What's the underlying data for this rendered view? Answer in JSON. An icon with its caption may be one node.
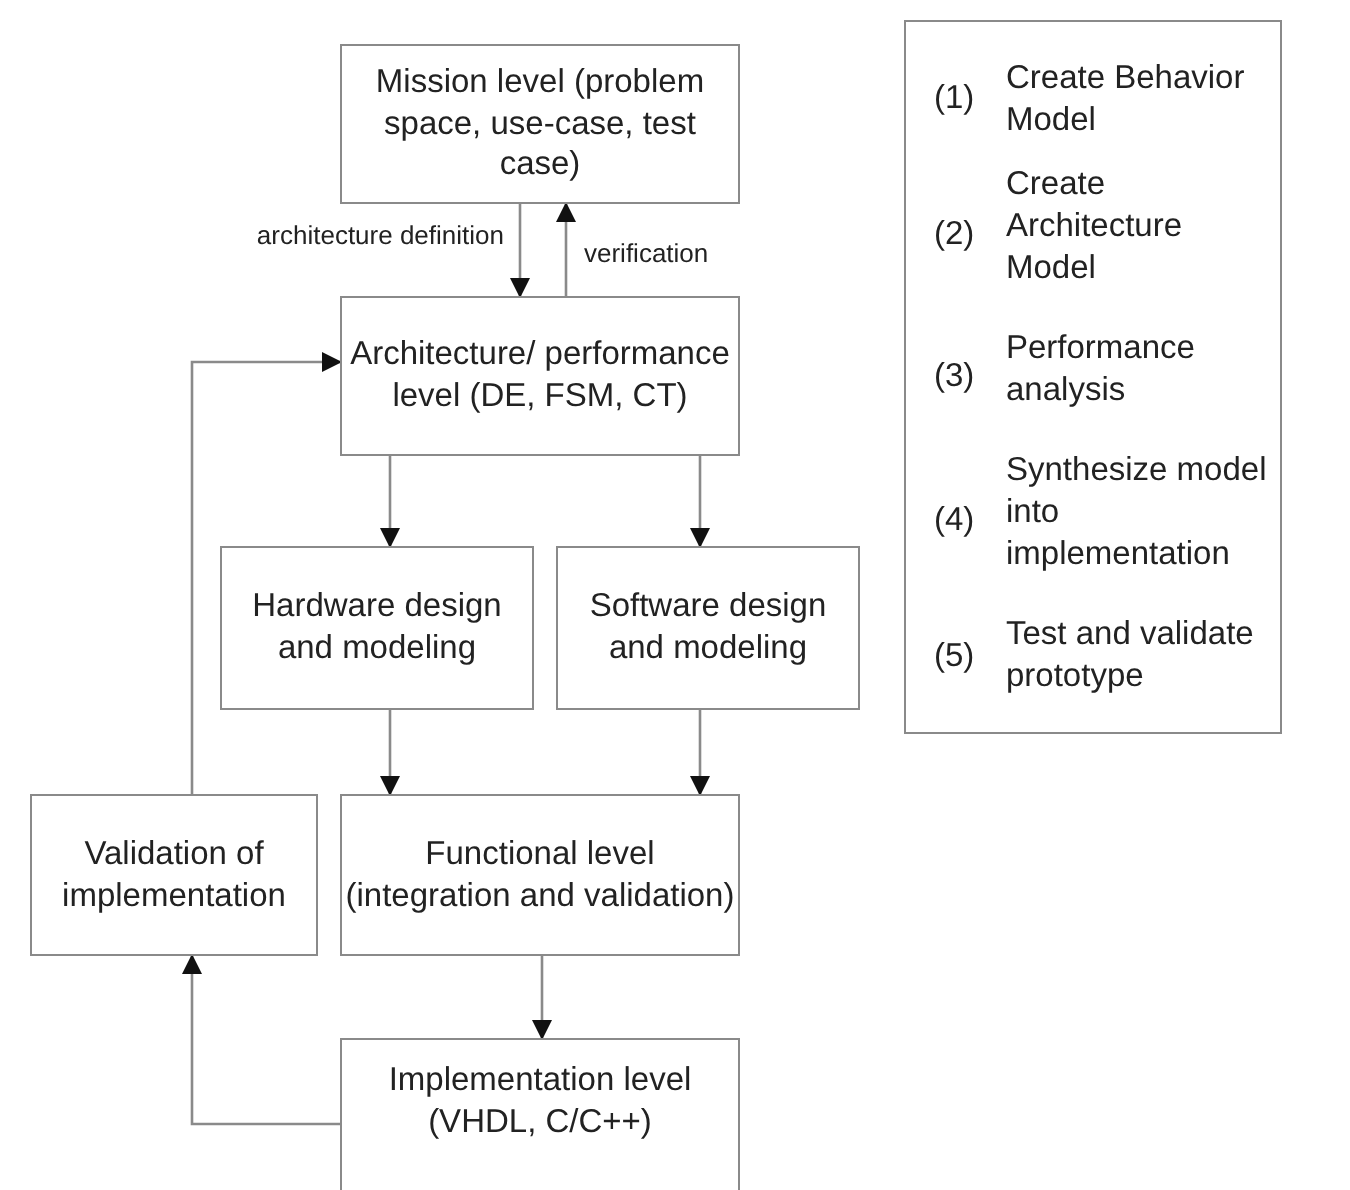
{
  "diagram": {
    "nodes": [
      {
        "text": [
          "Mission level (problem space, use-case, test case)"
        ]
      },
      {
        "text": [
          "Architecture/ performance level (DE, FSM, CT)"
        ]
      },
      {
        "text": [
          "Hardware design and modeling"
        ]
      },
      {
        "text": [
          "Software design and modeling"
        ]
      },
      {
        "text": [
          "Validation of implementation"
        ]
      },
      {
        "text": [
          "Functional level (integration and validation)"
        ]
      },
      {
        "text": [
          "Implementation level (VHDL, C/C++)"
        ]
      },
      {
        "text": [
          "(1)",
          "Create Behavior Model",
          "(2)",
          "Create Architecture Model",
          "(3)",
          "Performance analysis",
          "(4)",
          "Synthesize model into implementation",
          "(5)",
          "Test and validate prototype"
        ]
      }
    ],
    "edges": [
      {
        "from": 0,
        "to": 1,
        "arrow": "to",
        "label": "architecture definition"
      },
      {
        "from": 1,
        "to": 0,
        "arrow": "to",
        "label": "verification"
      },
      {
        "from": 1,
        "to": 2,
        "arrow": "to"
      },
      {
        "from": 1,
        "to": 3,
        "arrow": "to"
      },
      {
        "from": 2,
        "to": 5,
        "arrow": "to"
      },
      {
        "from": 3,
        "to": 5,
        "arrow": "to"
      },
      {
        "from": 5,
        "to": 6,
        "arrow": "to"
      },
      {
        "from": 6,
        "to": 4,
        "arrow": "to"
      },
      {
        "from": 4,
        "to": 1,
        "arrow": "to"
      }
    ]
  }
}
